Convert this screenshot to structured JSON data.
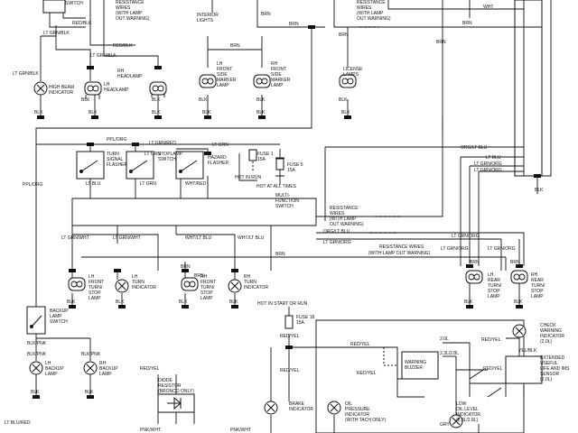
{
  "colors": {
    "ink": "#111111",
    "paper": "#ffffff"
  },
  "labels": {
    "switch_top": "SWITCH",
    "red_blk_1": "RED/BLK",
    "red_blk_2": "RED/BLK",
    "lt_grn_blk_1": "LT GRN/BLK",
    "lt_grn_blk_2": "LT GRN/BLK",
    "lt_grn_blk_3": "LT GRN/BLK",
    "high_beam_1": "HIGH BEAM",
    "high_beam_2": "INDICATOR",
    "lh_headlamp_1": "LH",
    "lh_headlamp_2": "HEADLAMP",
    "rh_headlamp_1": "RH",
    "rh_headlamp_2": "HEADLAMP",
    "res_top_1": "RESISTANCE",
    "res_top_2": "WIRES",
    "res_top_3": "(WITH LAMP",
    "res_top_4": "OUT WARNING)",
    "interior_1": "INTERIOR",
    "interior_2": "LIGHTS",
    "lh_front_1": "LH",
    "lh_front_2": "FRONT",
    "lh_front_3": "SIDE",
    "lh_front_4": "MARKER",
    "lh_front_5": "LAMP",
    "rh_front_1": "RH",
    "rh_front_2": "FRONT",
    "rh_front_3": "SIDE",
    "rh_front_4": "MARKER",
    "rh_front_5": "LAMP",
    "license_1": "LICENSE",
    "license_2": "LAMPS",
    "res_mid_1": "RESISTANCE",
    "res_mid_2": "WIRES",
    "res_mid_3": "(WITH LAMP",
    "res_mid_4": "OUT WARNING)",
    "wht": "WHT",
    "brn_1": "BRN",
    "brn_2": "BRN",
    "brn_3": "BRN",
    "brn_4": "BRN",
    "brn_5": "BRN",
    "brn_6": "BRN",
    "brn_7": "BRN",
    "brn_8": "BRN",
    "brn_9": "BRN",
    "brn_10": "BRN",
    "brn_11": "BRN",
    "blk_1": "BLK",
    "blk_2": "BLK",
    "blk_3": "BLK",
    "blk_4": "BLK",
    "blk_5": "BLK",
    "blk_6": "BLK",
    "blk_7": "BLK",
    "blk_8": "BLK",
    "blk_9": "BLK",
    "blk_10": "BLK",
    "blk_11": "BLK",
    "blk_12": "BLK",
    "blk_13": "BLK",
    "blk_14": "BLK",
    "blk_15": "BLK",
    "blk_16": "BLK",
    "blk_17": "BLK",
    "blk_18": "BLK",
    "blk_19": "BLK",
    "blk_20": "BLK",
    "ppl_org_1": "PPL/ORG",
    "ppl_org_2": "PPL/ORG",
    "lt_grn_red": "LT GRN/RED",
    "lt_grn_1": "LT GRN",
    "lt_grn_2": "LT GRN",
    "turn_sig_1": "TURN",
    "turn_sig_2": "SIGNAL",
    "turn_sig_3": "FLASHER",
    "stoplamp_1": "STOPLAMP",
    "stoplamp_2": "SWITCH",
    "hazard_1": "HAZARD",
    "hazard_2": "FLASHER",
    "fuse1_1": "FUSE 1",
    "fuse1_2": "15A",
    "fuse5_1": "FUSE 5",
    "fuse5_2": "15A",
    "hot_in_run": "HOT IN RUN",
    "hot_all_times": "HOT AT ALL TIMES",
    "lt_blu_1": "LT BLU",
    "lt_grn_3": "LT GRN",
    "wht_red": "WHT/RED",
    "multi_1": "MULTI-",
    "multi_2": "FUNCTION",
    "multi_3": "SWITCH",
    "org_lt_blu_1": "ORG/LT BLU",
    "lt_blu_2": "LT BLU",
    "lt_grn_org_1": "LT GRN/ORG",
    "lt_grn_org_2": "LT GRN/ORG",
    "org_lt_blu_2": "ORG/LT BLU",
    "lt_grn_org_3": "LT GRN/ORG",
    "lt_grn_org_4": "LT GRN/ORG",
    "lt_grn_wht_1": "LT GRN/WHT",
    "lt_grn_wht_2": "LT GRN/WHT",
    "wht_lt_blu_1": "WHT/LT BLU",
    "wht_lt_blu_2": "WHT/LT BLU",
    "res_low_1": "RESISTANCE",
    "res_low_2": "WIRES",
    "res_low_3": "(WITH LAMP",
    "res_low_4": "OUT WARNING)",
    "res_low_wires": "RESISTANCE WIRES",
    "res_low_warn": "(WITH LAMP OUT WARNING)",
    "lt_grn_org_5": "LT GRN/ORG",
    "lt_grn_org_6": "LT GRN/ORG",
    "lh_fts_1": "LH",
    "lh_fts_2": "FRONT",
    "lh_fts_3": "TURN/",
    "lh_fts_4": "STOP",
    "lh_fts_5": "LAMP",
    "lh_ti_1": "LH",
    "lh_ti_2": "TURN",
    "lh_ti_3": "INDICATOR",
    "rh_fts_1": "RH",
    "rh_fts_2": "FRONT",
    "rh_fts_3": "TURN/",
    "rh_fts_4": "STOP",
    "rh_fts_5": "LAMP",
    "rh_ti_1": "RH",
    "rh_ti_2": "TURN",
    "rh_ti_3": "INDICATOR",
    "lh_rear_1": "LH",
    "lh_rear_2": "REAR",
    "lh_rear_3": "TURN/",
    "lh_rear_4": "STOP",
    "lh_rear_5": "LAMP",
    "rh_rear_1": "RH",
    "rh_rear_2": "REAR",
    "rh_rear_3": "TURN/",
    "rh_rear_4": "STOP",
    "rh_rear_5": "LAMP",
    "hot_start_run": "HOT IN START OR RUN",
    "fuse18_1": "FUSE 18",
    "fuse18_2": "15A",
    "backup_sw_1": "BACKUP",
    "backup_sw_2": "LAMP",
    "backup_sw_3": "SWITCH",
    "blk_pnk_1": "BLK/PNK",
    "blk_pnk_2": "BLK/PNK",
    "blk_pnk_3": "BLK/PNK",
    "lh_backup_1": "LH",
    "lh_backup_2": "BACKUP",
    "lh_backup_3": "LAMP",
    "rh_backup_1": "RH",
    "rh_backup_2": "BACKUP",
    "rh_backup_3": "LAMP",
    "red_yel_1": "RED/YEL",
    "red_yel_2": "RED/YEL",
    "red_yel_3": "RED/YEL",
    "red_yel_4": "RED/YEL",
    "red_yel_5": "RED/YEL",
    "red_yel_6": "RED/YEL",
    "red_yel_7": "RED/YEL",
    "diode_1": "DIODE",
    "diode_2": "RESISTOR",
    "diode_3": "(BRONCO ONLY)",
    "pnk_wht_1": "PNK/WHT",
    "pnk_wht_2": "PNK/WHT",
    "lt_blu_red": "LT BLU/RED",
    "warning_1": "WARNING",
    "warning_2": "BUZZER",
    "brake_1": "BRAKE",
    "brake_2": "INDICATOR",
    "oil_1": "OIL",
    "oil_2": "PRESSURE",
    "oil_3": "INDICATOR",
    "oil_4": "(WITH TACH ONLY)",
    "eng_20": "2.0L",
    "eng_23_28": "2.3L/2.8L",
    "check_1": "CHECK",
    "check_2": "WARNING",
    "check_3": "INDICATOR",
    "check_4": "(2.0L)",
    "yel_blk": "YEL/BLK",
    "ext_1": "EXTENDED",
    "ext_2": "USEFUL",
    "ext_3": "LIFE AND IMS",
    "ext_4": "SENSOR",
    "ext_5": "(2.0L)",
    "low_oil_1": "LOW",
    "low_oil_2": "OIL LEVEL",
    "low_oil_3": "INDICATOR",
    "low_oil_4": "(2.3L/2.8L)",
    "gry": "GRY"
  }
}
